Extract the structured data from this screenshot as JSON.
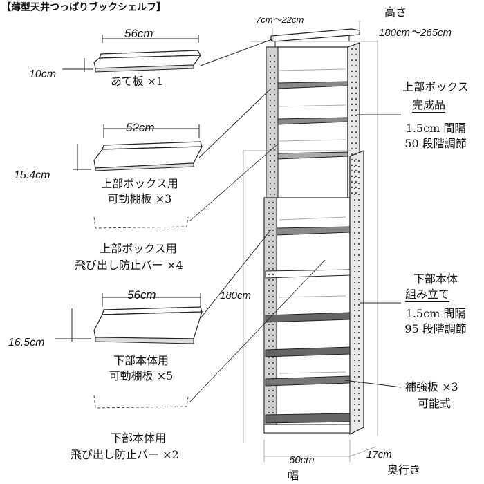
{
  "title": "【薄型天井つっぱりブックシェルフ】",
  "dimensions": {
    "top_board_width": "56cm",
    "top_board_depth": "10cm",
    "upper_shelf_width": "52cm",
    "upper_shelf_depth": "15.4cm",
    "lower_shelf_width": "56cm",
    "lower_shelf_depth": "16.5cm",
    "adjuster_range": "7cm〜22cm",
    "height_label": "高さ",
    "height_range": "180cm〜265cm",
    "lower_height": "180cm",
    "width_value": "60cm",
    "width_label": "幅",
    "depth_value": "17cm",
    "depth_label": "奥行き"
  },
  "parts": {
    "top_board": "あて板 ×1",
    "upper_shelf_line1": "上部ボックス用",
    "upper_shelf_line2": "可動棚板 ×3",
    "upper_bar_line1": "上部ボックス用",
    "upper_bar_line2": "飛び出し防止バー ×4",
    "lower_shelf_line1": "下部本体用",
    "lower_shelf_line2": "可動棚板 ×5",
    "lower_bar_line1": "下部本体用",
    "lower_bar_line2": "飛び出し防止バー ×2"
  },
  "callouts": {
    "upper_box_line1": "上部ボックス",
    "upper_box_line2": "完成品",
    "upper_box_spec1": "1.5cm 間隔",
    "upper_box_spec2": "50 段階調節",
    "lower_body_line1": "下部本体",
    "lower_body_line2": "組み立て",
    "lower_body_spec1": "1.5cm 間隔",
    "lower_body_spec2": "95 段階調節",
    "reinforce_line1": "補強板 ×3",
    "reinforce_line2": "可能式"
  },
  "colors": {
    "line": "#222222",
    "board_fill": "#ffffff",
    "panel_fill": "#efefef",
    "shelf_dark": "#666666",
    "side_dark": "#bbbbbb"
  }
}
